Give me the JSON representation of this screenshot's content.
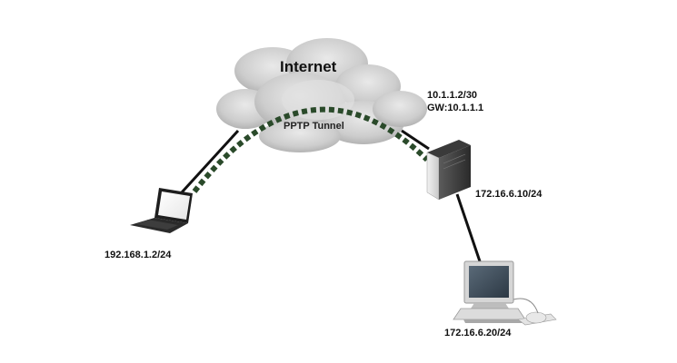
{
  "cloud": {
    "label": "Internet"
  },
  "tunnel": {
    "label": "PPTP Tunnel"
  },
  "router": {
    "wan_ip": "10.1.1.2/30",
    "wan_gw": "GW:10.1.1.1",
    "lan_ip": "172.16.6.10/24"
  },
  "laptop": {
    "ip": "192.168.1.2/24"
  },
  "desktop": {
    "ip": "172.16.6.20/24"
  },
  "colors": {
    "tunnel": "#2a4a2a",
    "link": "#111111",
    "cloud": "#cfcfcf"
  }
}
